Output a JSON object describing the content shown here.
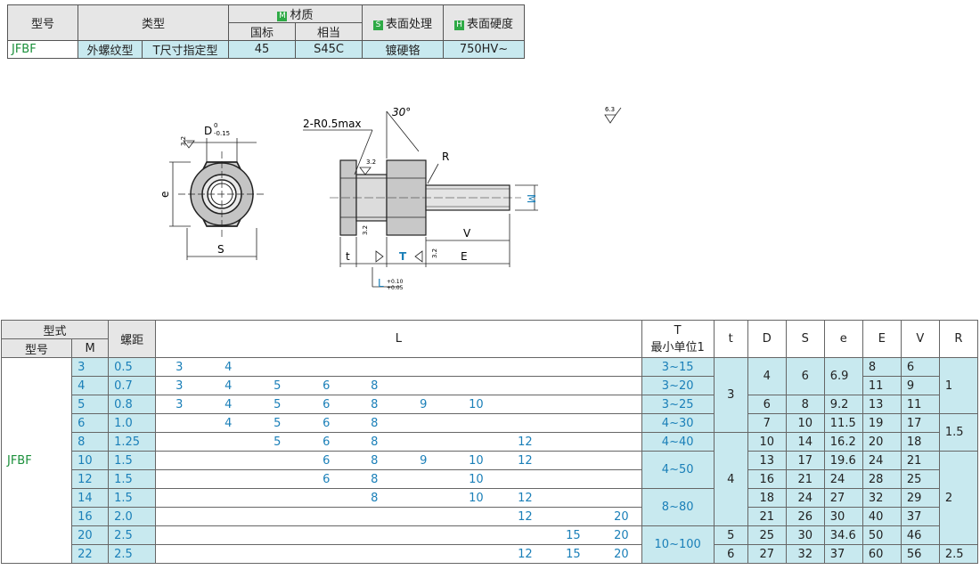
{
  "top_table": {
    "h_code": "型号",
    "h_type": "类型",
    "h_material": "材质",
    "h_material_badge": "M",
    "h_std": "国标",
    "h_equiv": "相当",
    "h_surface": "表面处理",
    "h_surface_badge": "S",
    "h_hardness": "表面硬度",
    "h_hardness_badge": "H",
    "code": "JFBF",
    "type1": "外螺纹型",
    "type2": "T尺寸指定型",
    "std": "45",
    "equiv": "S45C",
    "surface": "镀硬铬",
    "hardness": "750HV~"
  },
  "drawing": {
    "d_label": "D",
    "d_tol_top": "0",
    "d_tol_bot": "-0.15",
    "rough_front": "3.2",
    "e_label": "e",
    "s_label": "S",
    "chamfer": "2-R0.5max",
    "angle": "30°",
    "rough_side": "3.2",
    "r_label": "R",
    "m_label": "M",
    "v_label": "V",
    "t_label": "t",
    "rough_t1": "3.2",
    "big_t_label": "T",
    "rough_t2": "3.2",
    "e2_label": "E",
    "l_label": "L",
    "l_tol_top": "+0.10",
    "l_tol_bot": "+0.05",
    "rough_global": "6.3"
  },
  "main_table": {
    "h_model": "型式",
    "h_code": "型号",
    "h_m": "M",
    "h_pitch": "螺距",
    "h_l": "L",
    "h_t1": "T",
    "h_t2": "最小单位1",
    "h_tsmall": "t",
    "h_d": "D",
    "h_s": "S",
    "h_e": "e",
    "h_E": "E",
    "h_v": "V",
    "h_r": "R",
    "code": "JFBF",
    "rows": [
      {
        "m": "3",
        "pitch": "0.5",
        "l": [
          "3",
          "4",
          "",
          "",
          "",
          "",
          "",
          "",
          "",
          ""
        ]
      },
      {
        "m": "4",
        "pitch": "0.7",
        "l": [
          "3",
          "4",
          "5",
          "6",
          "8",
          "",
          "",
          "",
          "",
          ""
        ]
      },
      {
        "m": "5",
        "pitch": "0.8",
        "l": [
          "3",
          "4",
          "5",
          "6",
          "8",
          "9",
          "10",
          "",
          "",
          ""
        ]
      },
      {
        "m": "6",
        "pitch": "1.0",
        "l": [
          "",
          "4",
          "5",
          "6",
          "8",
          "",
          "",
          "",
          "",
          ""
        ]
      },
      {
        "m": "8",
        "pitch": "1.25",
        "l": [
          "",
          "",
          "5",
          "6",
          "8",
          "",
          "",
          "12",
          "",
          ""
        ]
      },
      {
        "m": "10",
        "pitch": "1.5",
        "l": [
          "",
          "",
          "",
          "6",
          "8",
          "9",
          "10",
          "12",
          "",
          ""
        ]
      },
      {
        "m": "12",
        "pitch": "1.5",
        "l": [
          "",
          "",
          "",
          "6",
          "8",
          "",
          "10",
          "",
          "",
          ""
        ]
      },
      {
        "m": "14",
        "pitch": "1.5",
        "l": [
          "",
          "",
          "",
          "",
          "8",
          "",
          "10",
          "12",
          "",
          ""
        ]
      },
      {
        "m": "16",
        "pitch": "2.0",
        "l": [
          "",
          "",
          "",
          "",
          "",
          "",
          "",
          "12",
          "",
          "20"
        ]
      },
      {
        "m": "20",
        "pitch": "2.5",
        "l": [
          "",
          "",
          "",
          "",
          "",
          "",
          "",
          "",
          "15",
          "20"
        ]
      },
      {
        "m": "22",
        "pitch": "2.5",
        "l": [
          "",
          "",
          "",
          "",
          "",
          "",
          "",
          "12",
          "15",
          "20"
        ]
      }
    ],
    "T": [
      "3~15",
      "3~20",
      "3~25",
      "4~30",
      "4~40",
      "4~50",
      "8~80",
      "10~100"
    ],
    "t": [
      "3",
      "4",
      "5",
      "6"
    ],
    "D": [
      "4",
      "6",
      "7",
      "10",
      "13",
      "16",
      "18",
      "21",
      "25",
      "27"
    ],
    "S": [
      "6",
      "8",
      "10",
      "14",
      "17",
      "21",
      "24",
      "26",
      "30",
      "32"
    ],
    "e": [
      "6.9",
      "9.2",
      "11.5",
      "16.2",
      "19.6",
      "24",
      "27",
      "30",
      "34.6",
      "37"
    ],
    "E": [
      "8",
      "11",
      "13",
      "19",
      "20",
      "24",
      "28",
      "32",
      "40",
      "50",
      "60"
    ],
    "V": [
      "6",
      "9",
      "11",
      "17",
      "18",
      "21",
      "25",
      "29",
      "37",
      "46",
      "56"
    ],
    "R": [
      "1",
      "1.5",
      "2",
      "2.5"
    ]
  }
}
